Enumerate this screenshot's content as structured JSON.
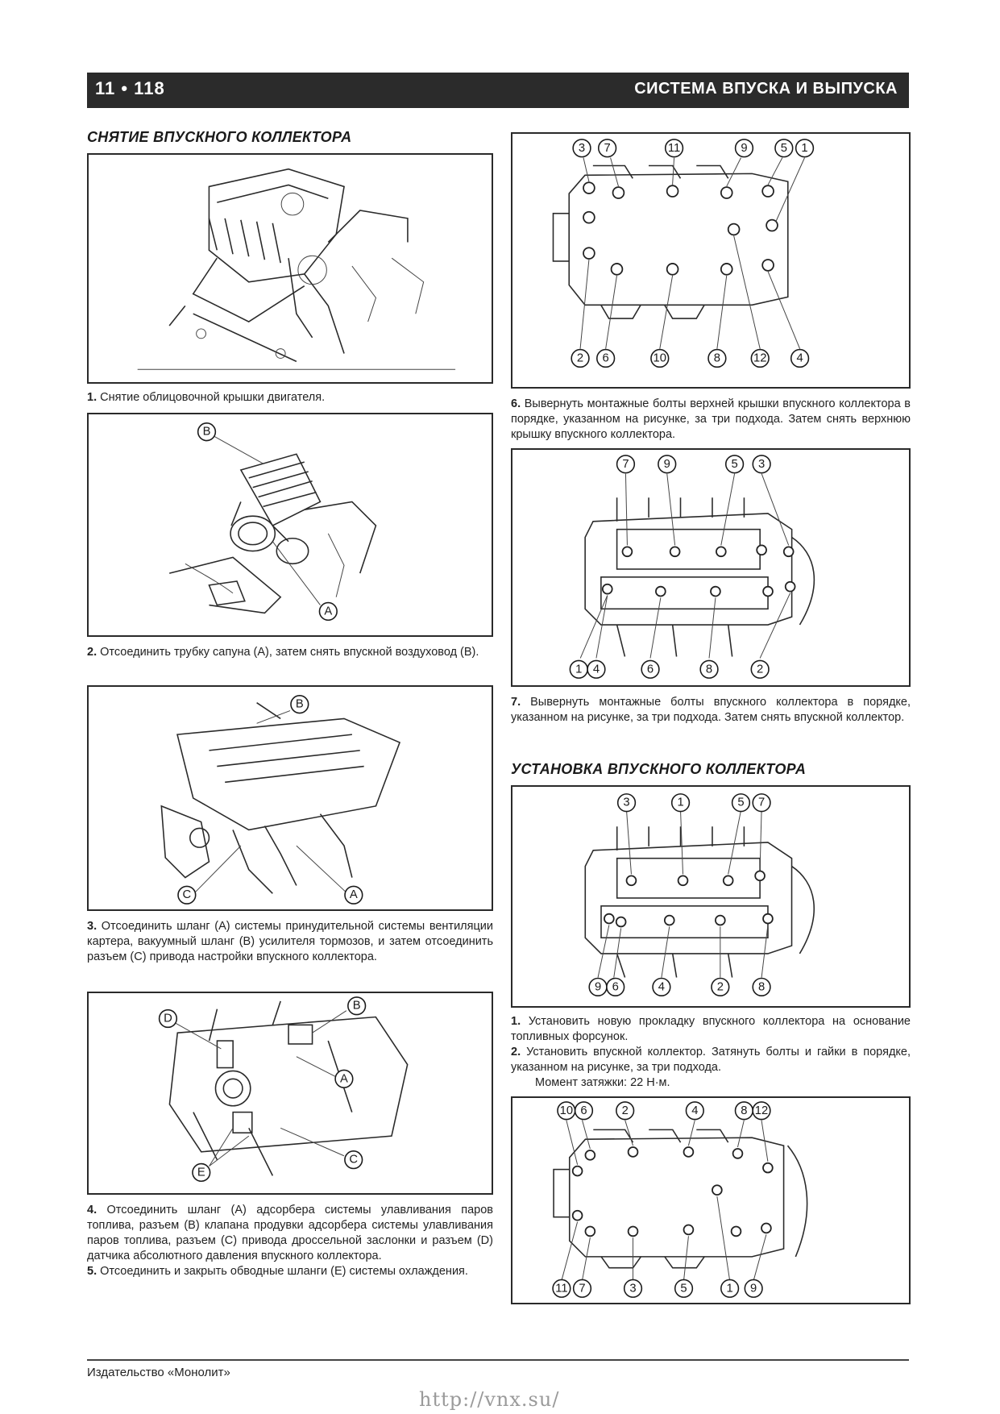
{
  "header": {
    "page_number": "11 • 118",
    "chapter_title": "СИСТЕМА ВПУСКА И ВЫПУСКА"
  },
  "sections": {
    "removal_title": "СНЯТИЕ ВПУСКНОГО КОЛЛЕКТОРА",
    "install_title": "УСТАНОВКА ВПУСКНОГО КОЛЛЕКТОРА"
  },
  "figures": {
    "fig2": {
      "labels": [
        "B",
        "A"
      ]
    },
    "fig3": {
      "labels": [
        "B",
        "C",
        "A"
      ]
    },
    "fig4": {
      "labels": [
        "B",
        "D",
        "A",
        "E",
        "C"
      ]
    },
    "fig6": {
      "top_labels": [
        "3",
        "7",
        "11",
        "9",
        "5",
        "1"
      ],
      "bottom_labels": [
        "2",
        "6",
        "10",
        "8",
        "12",
        "4"
      ]
    },
    "fig7": {
      "top_labels": [
        "7",
        "9",
        "5",
        "3"
      ],
      "bottom_labels": [
        "1",
        "4",
        "6",
        "8",
        "2"
      ]
    },
    "fig_inst1": {
      "top_labels": [
        "3",
        "1",
        "5",
        "7"
      ],
      "bottom_labels": [
        "9",
        "6",
        "4",
        "2",
        "8"
      ]
    },
    "fig_inst2": {
      "top_labels": [
        "10",
        "6",
        "2",
        "4",
        "8",
        "12"
      ],
      "bottom_labels": [
        "11",
        "7",
        "3",
        "5",
        "1",
        "9"
      ]
    }
  },
  "captions": {
    "c1": {
      "num": "1.",
      "text": "Снятие облицовочной крышки двигателя."
    },
    "c2": {
      "num": "2.",
      "text": "Отсоединить трубку сапуна (A), затем снять впускной воздуховод (B)."
    },
    "c3": {
      "num": "3.",
      "text": "Отсоединить шланг (A) системы принудительной системы вентиляции картера, вакуумный шланг (B) усилителя тормозов, и затем отсоединить разъем (C) привода настройки впускного коллектора."
    },
    "c4": {
      "num": "4.",
      "text": "Отсоединить шланг (A) адсорбера системы улавливания паров топлива, разъем (B) клапана продувки адсорбера системы улавливания паров топлива, разъем (C) привода дроссельной заслонки и разъем (D) датчика абсолютного давления впускного коллектора."
    },
    "c5": {
      "num": "5.",
      "text": "Отсоединить и закрыть обводные шланги (E) системы охлаждения."
    },
    "c6": {
      "num": "6.",
      "text": "Вывернуть монтажные болты верхней крышки впускного коллектора в порядке, указанном на рисунке, за три подхода. Затем снять верхнюю крышку впускного коллектора."
    },
    "c7": {
      "num": "7.",
      "text": "Вывернуть монтажные болты впускного коллектора в порядке, указанном на рисунке, за три подхода. Затем снять впускной коллектор."
    },
    "i1": {
      "num": "1.",
      "text": "Установить новую прокладку впускного коллектора на основание топливных форсунок."
    },
    "i2": {
      "num": "2.",
      "text": "Установить впускной коллектор. Затянуть болты и гайки в порядке, указанном на рисунке, за три подхода."
    },
    "torque": "Момент затяжки: 22 Н·м."
  },
  "footer": {
    "publisher": "Издательство «Монолит»",
    "url": "http://vnx.su/"
  }
}
